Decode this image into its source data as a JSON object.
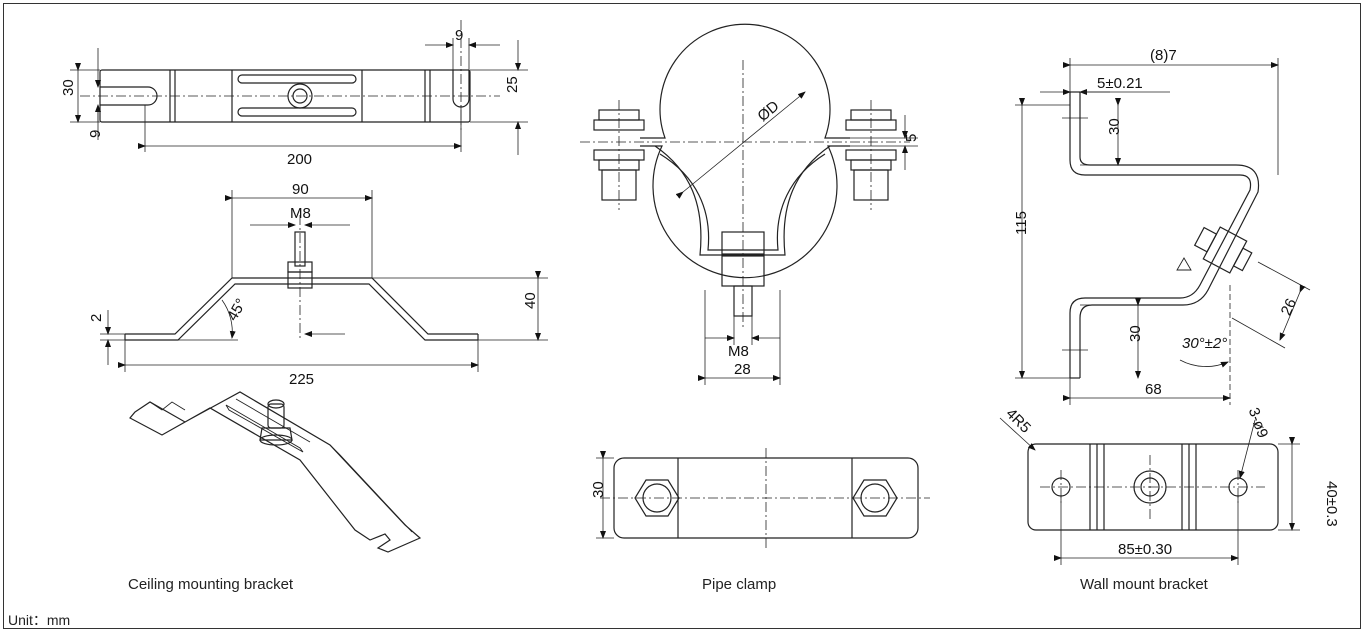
{
  "captions": {
    "ceiling": "Ceiling mounting bracket",
    "pipe": "Pipe clamp",
    "wall": "Wall mount bracket"
  },
  "unit_label": "Unit：mm",
  "ceiling": {
    "d_slot": "9",
    "d_30": "30",
    "d_9": "9",
    "d_25": "25",
    "d_200": "200",
    "d_90": "90",
    "d_m8": "M8",
    "d_2": "2",
    "d_45": "45°",
    "d_40": "40",
    "d_225": "225"
  },
  "pipe": {
    "d_diam": "ØD",
    "d_5": "5",
    "d_m8": "M8",
    "d_28": "28",
    "d_30": "30"
  },
  "wall": {
    "d_87": "(8)7",
    "d_5021": "5±0.21",
    "d_30a": "30",
    "d_115": "115",
    "d_26": "26",
    "d_30b": "30",
    "d_angle": "30°±2°",
    "d_68": "68",
    "d_4r5": "4R5",
    "d_3phi9": "3-ø9",
    "d_40": "40±0.3",
    "d_85": "85±0.30"
  }
}
